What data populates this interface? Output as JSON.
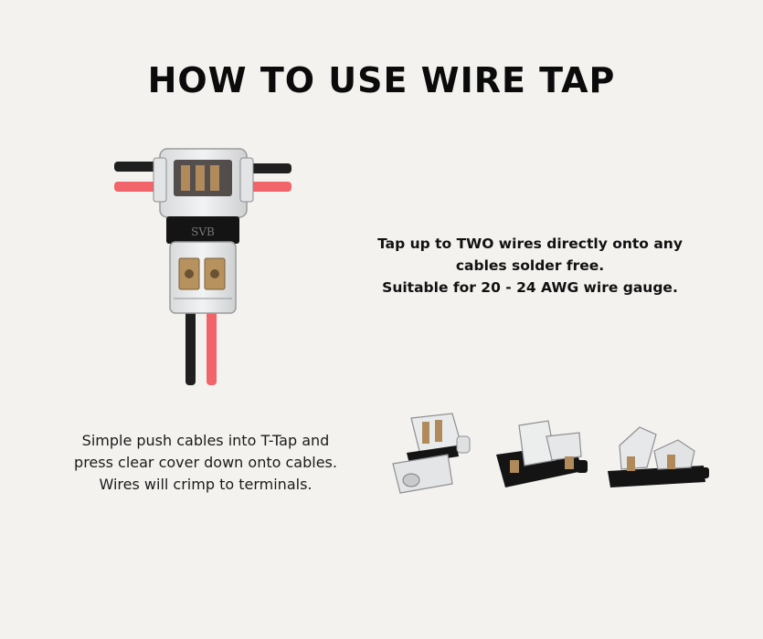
{
  "title": "HOW TO USE WIRE TAP",
  "tap_description": {
    "line1": "Tap up to TWO wires directly onto any",
    "line2": "cables solder free.",
    "line3": "Suitable for 20 - 24 AWG wire gauge."
  },
  "push_description": "Simple push cables into T-Tap and press clear cover down onto cables. Wires will crimp to terminals.",
  "connector_brand_mark": "SVB",
  "colors": {
    "background": "#f4f2ee",
    "wire_black": "#1f1f1f",
    "wire_red": "#f0646a",
    "housing_black": "#141414"
  }
}
